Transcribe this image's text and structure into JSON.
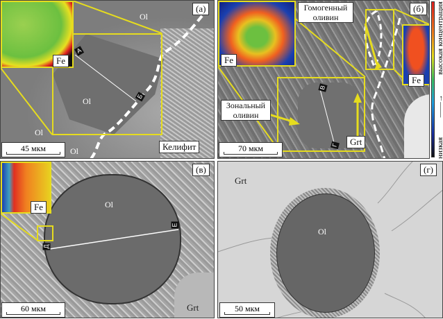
{
  "panels": {
    "a": {
      "tag": "(а)",
      "fe": "Fe",
      "ol": "Ol",
      "kelyphite": "Келифит",
      "scale": "45 мкм",
      "p1": "А",
      "p2": "Б"
    },
    "b": {
      "tag": "(б)",
      "fe": "Fe",
      "homog": "Гомогенный оливин",
      "zonal": "Зональный оливин",
      "grt": "Grt",
      "scale": "70 мкм",
      "p1": "В",
      "p2": "Г"
    },
    "c": {
      "tag": "(в)",
      "fe": "Fe",
      "ol": "Ol",
      "grt": "Grt",
      "scale": "60 мкм",
      "p1": "Д",
      "p2": "Е"
    },
    "d": {
      "tag": "(г)",
      "ol": "Ol",
      "grt": "Grt",
      "scale": "50 мкм"
    }
  },
  "colorbar": {
    "low": "низкая",
    "high": "высокая концентрация",
    "colors": [
      "#111",
      "#1a2fa0",
      "#1fa0e0",
      "#3cc060",
      "#e8e020",
      "#f08020",
      "#e02020"
    ]
  }
}
